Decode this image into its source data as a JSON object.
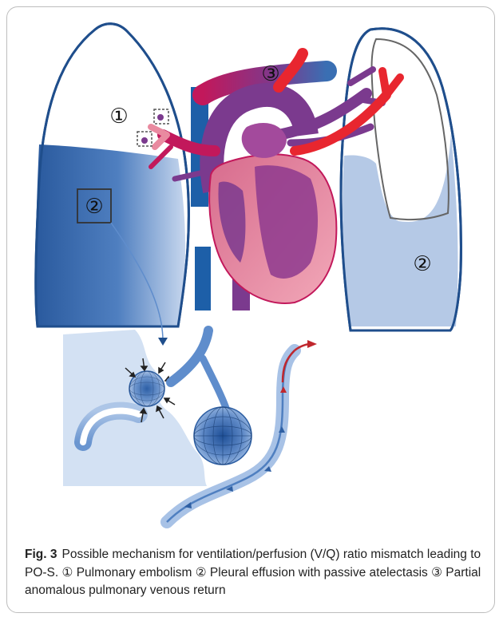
{
  "figure": {
    "markers": {
      "embolism": "①",
      "effusion_left": "②",
      "effusion_right": "②",
      "anomalous_return": "③"
    },
    "caption": {
      "label": "Fig. 3",
      "text": "Possible mechanism for ventilation/perfusion (V/Q) ratio mismatch leading to PO-S. ① Pulmonary embolism ② Pleural effusion with passive atelectasis ③ Partial anomalous pulmonary venous return"
    }
  },
  "colors": {
    "effusion_fill": "#2e5fa3",
    "right_effusion_fill": "#b5c9e6",
    "lung_outline": "#1f4e8c",
    "vein_blue": "#1d5fa8",
    "artery_purple": "#7b3a8e",
    "artery_red": "#e8262f",
    "heart_pink": "#e98aa0",
    "alveolus_blue": "#4a7cc0",
    "flow_red": "#c0272d"
  }
}
